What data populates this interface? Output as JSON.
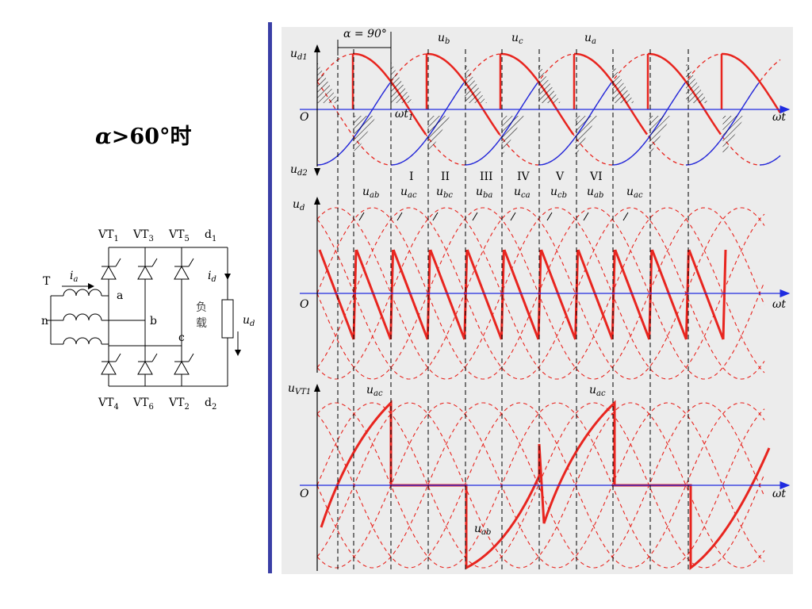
{
  "condition": {
    "symbol": "α",
    "text": ">60°时"
  },
  "circuit": {
    "label_T": "T",
    "label_n": "n",
    "label_ia": "i",
    "label_ia_sub": "a",
    "label_id": "i",
    "label_id_sub": "d",
    "label_ud": "u",
    "label_ud_sub": "d",
    "node_a": "a",
    "node_b": "b",
    "node_c": "c",
    "load_line1": "负",
    "load_line2": "载",
    "top_labels": [
      {
        "main": "VT",
        "sub": "1"
      },
      {
        "main": "VT",
        "sub": "3"
      },
      {
        "main": "VT",
        "sub": "5"
      },
      {
        "main": "d",
        "sub": "1"
      }
    ],
    "bottom_labels": [
      {
        "main": "VT",
        "sub": "4"
      },
      {
        "main": "VT",
        "sub": "6"
      },
      {
        "main": "VT",
        "sub": "2"
      },
      {
        "main": "d",
        "sub": "2"
      }
    ]
  },
  "waveforms": {
    "alpha_label": "α = 90°",
    "plot1": {
      "y_main": "u",
      "y_sub": "d1",
      "y2_main": "u",
      "y2_sub": "d2",
      "origin": "O",
      "xlabel": "ωt",
      "phase_labels": [
        {
          "main": "u",
          "sub": "b"
        },
        {
          "main": "u",
          "sub": "c"
        },
        {
          "main": "u",
          "sub": "a"
        }
      ],
      "t1_label": "ωt",
      "t1_sub": "1"
    },
    "plot2": {
      "y_main": "u",
      "y_sub": "d",
      "origin": "O",
      "xlabel": "ωt",
      "roman": [
        "I",
        "II",
        "III",
        "IV",
        "V",
        "VI"
      ],
      "line_labels": [
        {
          "main": "u",
          "sub": "ab"
        },
        {
          "main": "u",
          "sub": "ac"
        },
        {
          "main": "u",
          "sub": "bc"
        },
        {
          "main": "u",
          "sub": "ba"
        },
        {
          "main": "u",
          "sub": "ca"
        },
        {
          "main": "u",
          "sub": "cb"
        },
        {
          "main": "u",
          "sub": "ab"
        },
        {
          "main": "u",
          "sub": "ac"
        }
      ]
    },
    "plot3": {
      "y_main": "u",
      "y_sub": "VT1",
      "origin": "O",
      "xlabel": "ωt",
      "annotations": [
        {
          "main": "u",
          "sub": "ac"
        },
        {
          "main": "u",
          "sub": "ac"
        },
        {
          "main": "u",
          "sub": "ab"
        }
      ]
    },
    "colors": {
      "red": "#e8251f",
      "blue": "#1f2be0",
      "axis": "#1f2be0",
      "bg": "#ececec"
    }
  }
}
